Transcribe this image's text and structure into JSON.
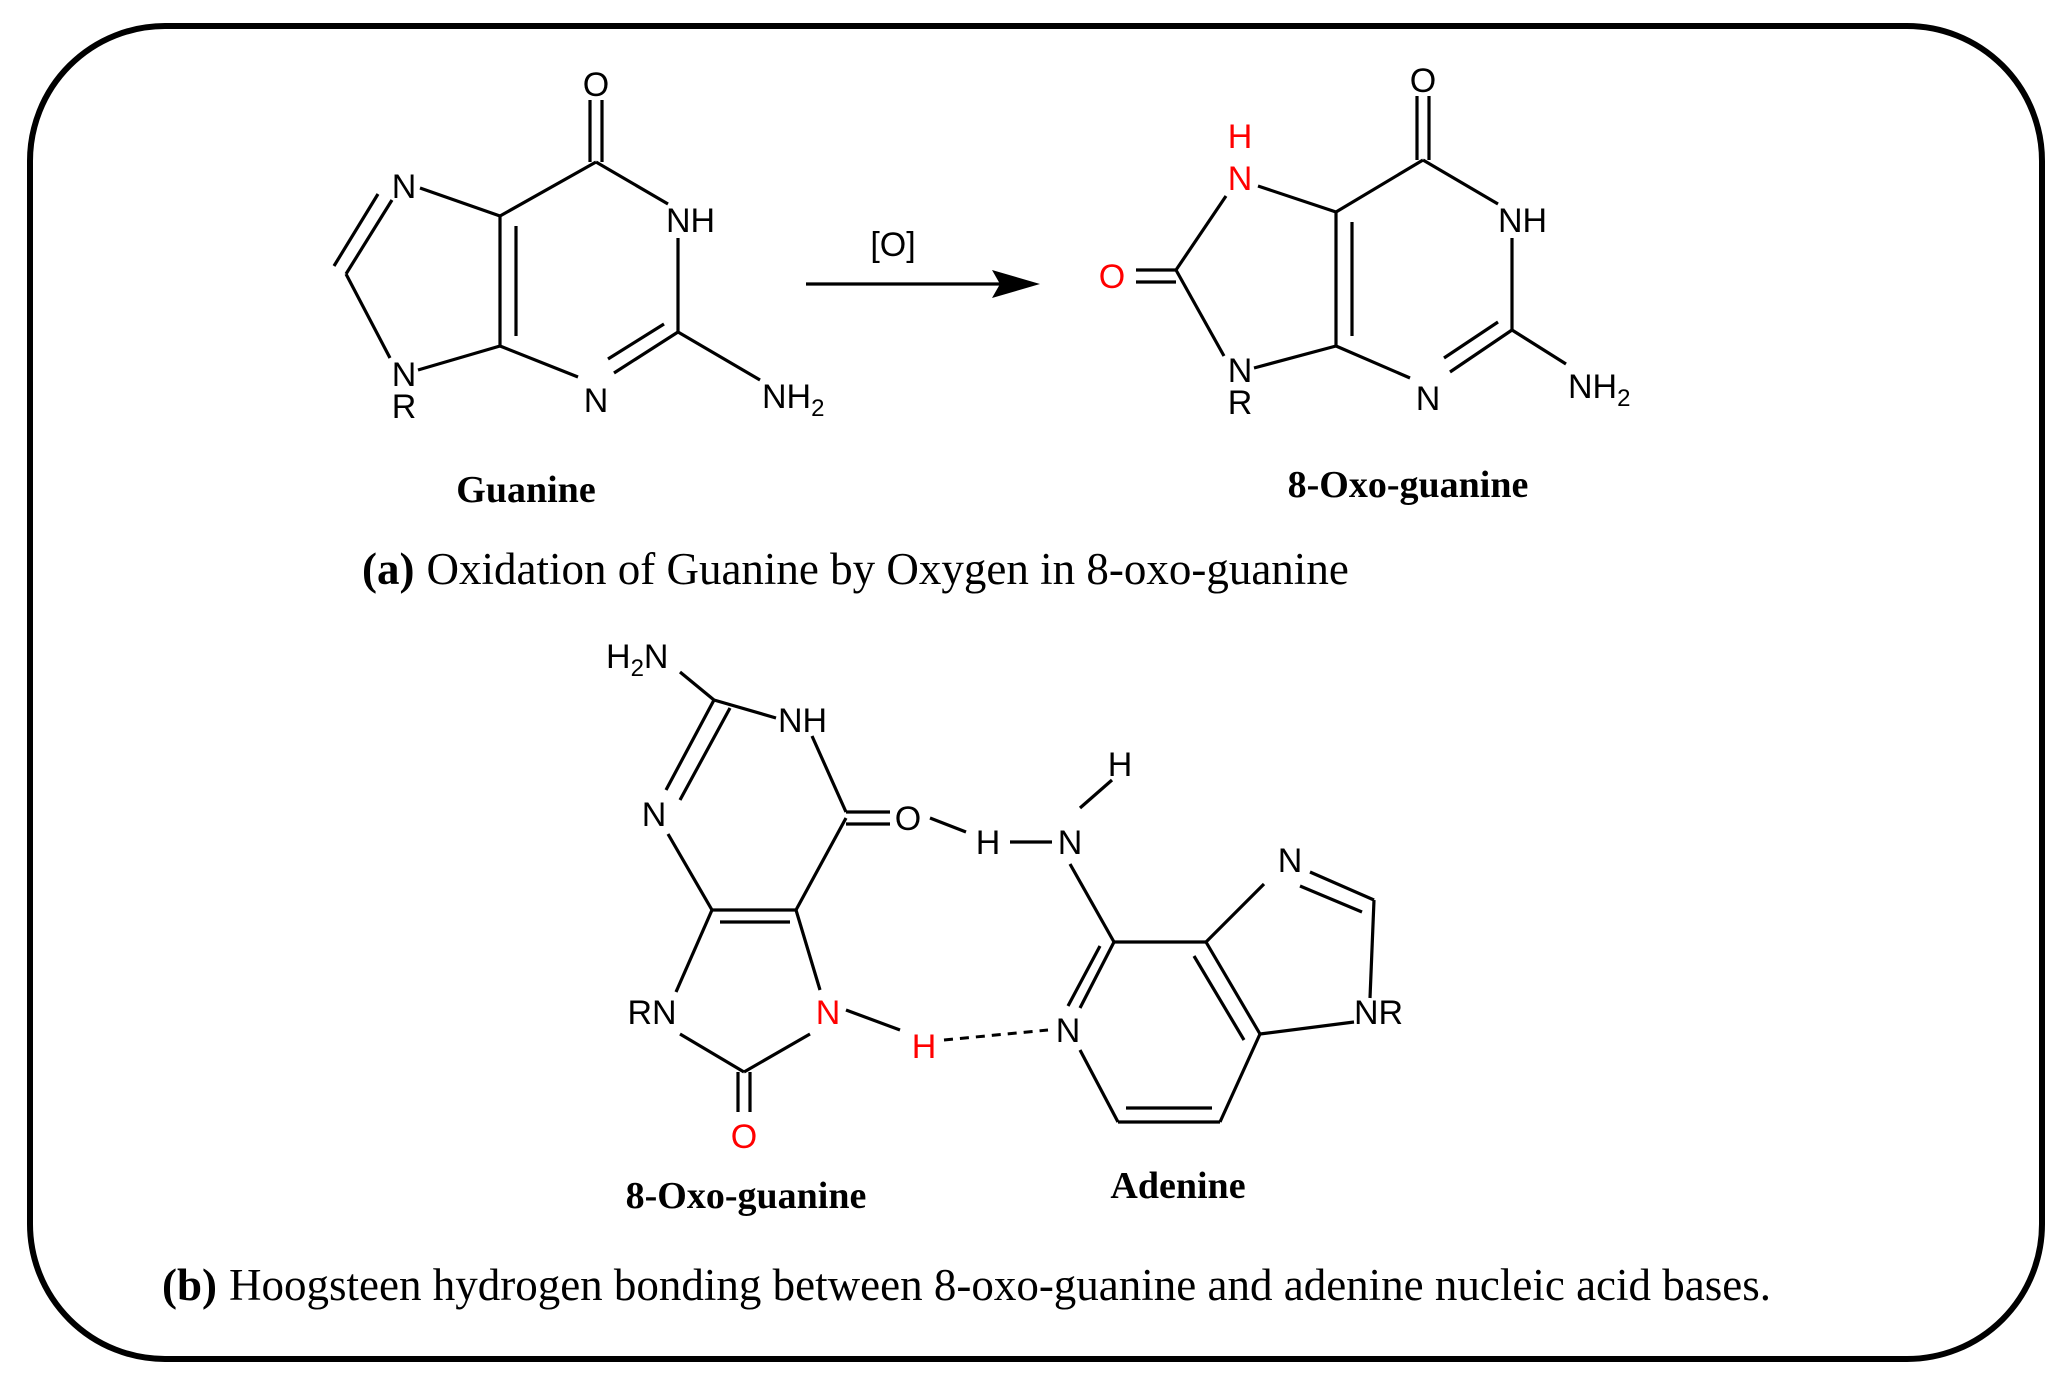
{
  "panel_a": {
    "reactant_name": "Guanine",
    "product_name": "8-Oxo-guanine",
    "reagent": "[O]",
    "caption_label": "(a)",
    "caption_text": "Oxidation of Guanine by Oxygen in 8-oxo-guanine",
    "atoms": {
      "O": "O",
      "N": "N",
      "NH": "NH",
      "NH2_main": "NH",
      "NH2_sub": "2",
      "R": "R",
      "H": "H"
    }
  },
  "panel_b": {
    "left_name": "8-Oxo-guanine",
    "right_name": "Adenine",
    "caption_label": "(b)",
    "caption_text": "Hoogsteen hydrogen bonding between 8-oxo-guanine and adenine nucleic acid bases.",
    "atoms": {
      "H2N_H": "H",
      "H2N_sub": "2",
      "H2N_N": "N",
      "NH": "NH",
      "N": "N",
      "O": "O",
      "RN": "RN",
      "NR": "NR",
      "H": "H"
    }
  },
  "colors": {
    "frame": "#000000",
    "highlight": "#ff0000",
    "text": "#000000"
  }
}
